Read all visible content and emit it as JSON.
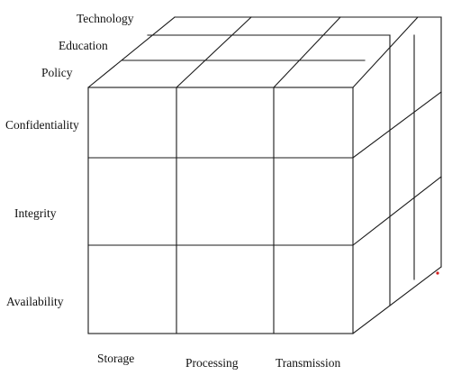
{
  "diagram": {
    "depth_labels": [
      "Technology",
      "Education",
      "Policy"
    ],
    "row_labels": [
      "Confidentiality",
      "Integrity",
      "Availability"
    ],
    "column_labels": [
      "Storage",
      "Processing",
      "Transmission"
    ],
    "marker_color": "#d62020"
  }
}
